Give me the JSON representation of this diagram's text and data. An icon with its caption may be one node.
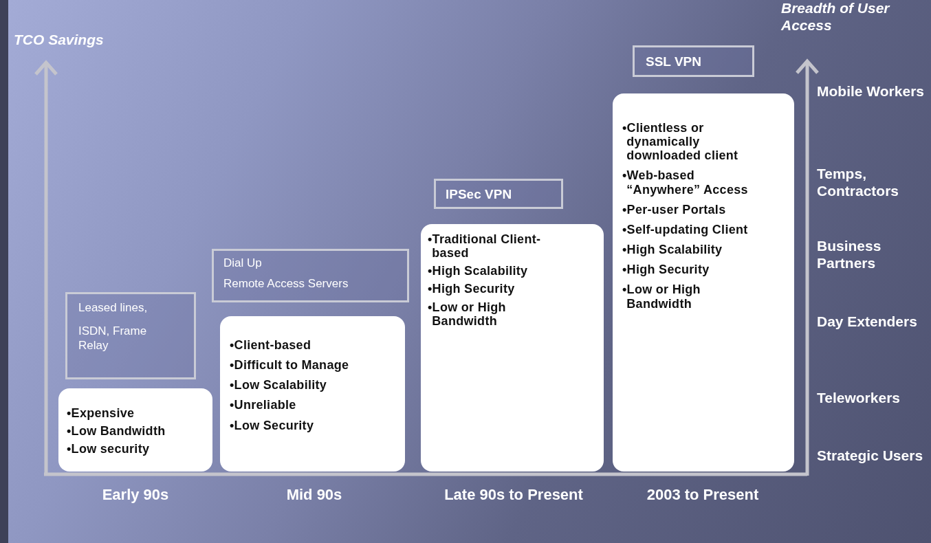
{
  "diagram": {
    "nodes": [
      {
        "text": [
          "Leased lines,",
          "ISDN, Frame Relay"
        ]
      },
      {
        "text": [
          "•Expensive",
          "•Low Bandwidth",
          "•Low security"
        ]
      },
      {
        "text": [
          "Dial Up",
          "Remote Access Servers"
        ]
      },
      {
        "text": [
          "•Client-based",
          "•Difficult to Manage",
          "•Low Scalability",
          "•Unreliable",
          "•Low Security"
        ]
      },
      {
        "text": [
          "IPSec VPN"
        ]
      },
      {
        "text": [
          "•Traditional Client-based",
          "•High Scalability",
          "•High Security",
          "•Low or High Bandwidth"
        ]
      },
      {
        "text": [
          "SSL VPN"
        ]
      },
      {
        "text": [
          "•Clientless or dynamically downloaded client",
          "•Web-based “Anywhere” Access",
          "•Per-user Portals",
          "•Self-updating Client",
          "•High Scalability",
          "•High Security",
          "•Low or High Bandwidth"
        ]
      }
    ],
    "labels": [
      "TCO Savings",
      "Breadth of User Access",
      "Mobile Workers",
      "Temps, Contractors",
      "Business Partners",
      "Day Extenders",
      "Teleworkers",
      "Strategic Users",
      "Early 90s",
      "Mid 90s",
      "Late 90s to Present",
      "2003 to Present"
    ]
  }
}
